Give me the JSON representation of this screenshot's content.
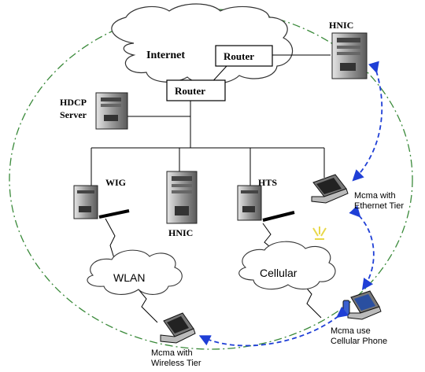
{
  "labels": {
    "internet": "Internet",
    "router_top": "Router",
    "router_mid": "Router",
    "hdcp_line1": "HDCP",
    "hdcp_line2": "Server",
    "hnic_top": "HNIC",
    "hnic_mid": "HNIC",
    "wig": "WIG",
    "hts": "HTS",
    "wlan": "WLAN",
    "cellular": "Cellular",
    "mcma_eth_line1": "Mcma with",
    "mcma_eth_line2": "Ethernet Tier",
    "mcma_cell_line1": "Mcma use",
    "mcma_cell_line2": "Cellular Phone",
    "mcma_wl_line1": "Mcma with",
    "mcma_wl_line2": "Wireless Tier"
  },
  "colors": {
    "boundary": "#3a8a3a",
    "roaming_arrow": "#1f3fd6",
    "line": "#000000",
    "spark": "#e8d84a"
  }
}
